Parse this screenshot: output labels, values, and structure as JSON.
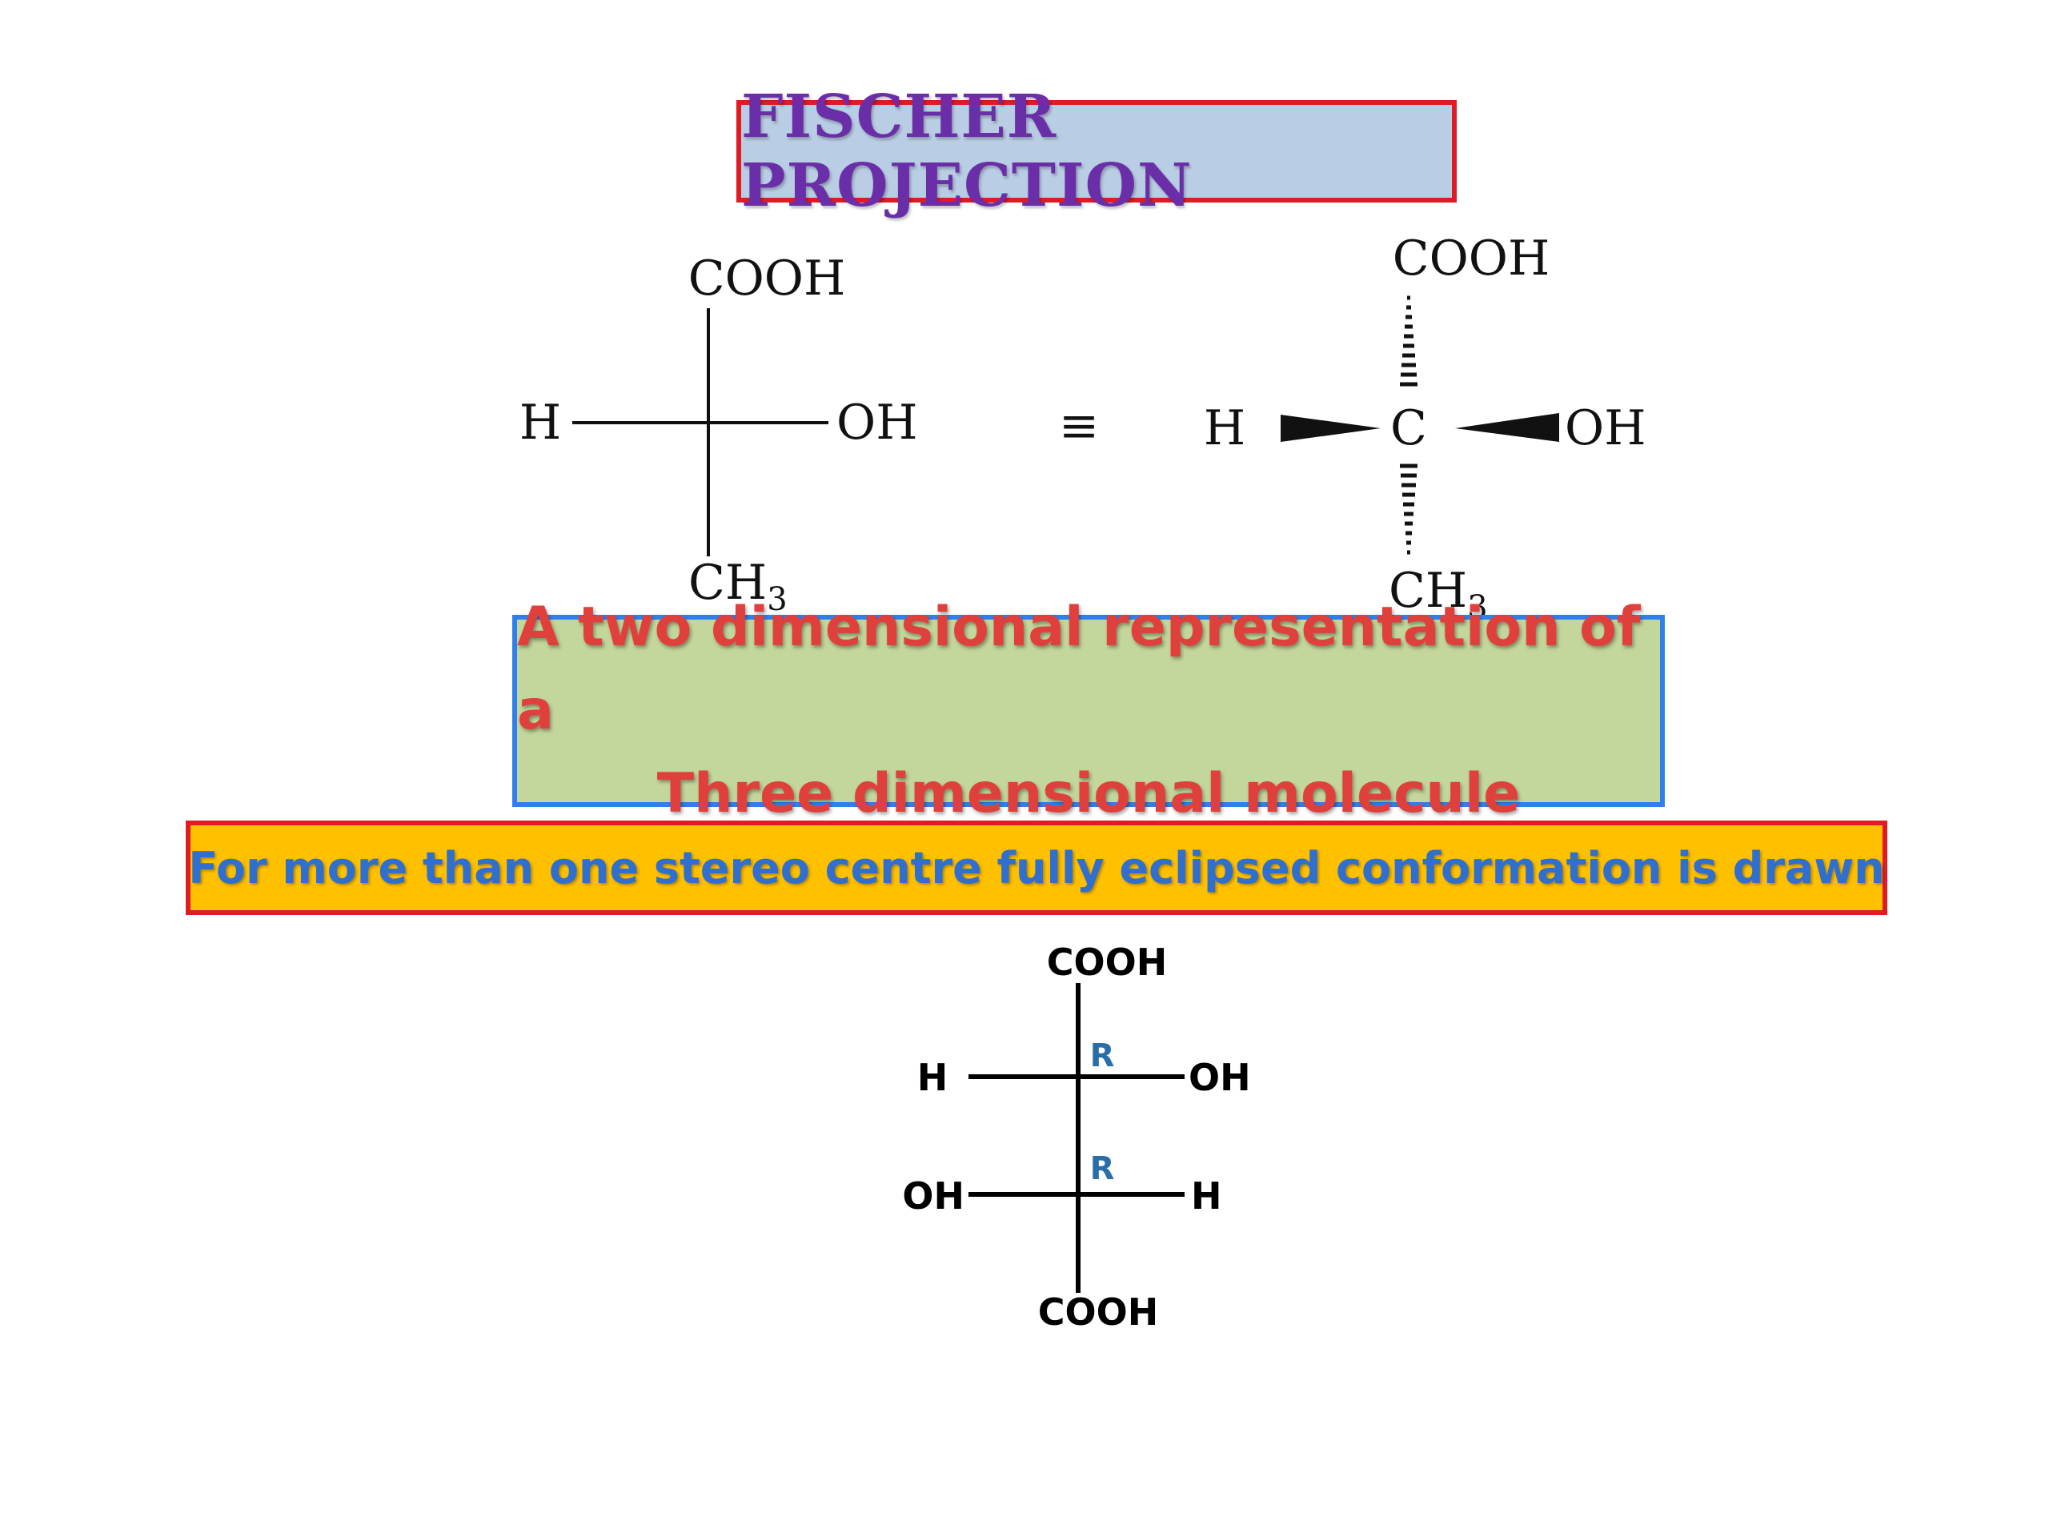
{
  "title": "FISCHER PROJECTION",
  "fischer_projection": {
    "top": "COOH",
    "left": "H",
    "right": "OH",
    "bottom_main": "CH",
    "bottom_sub": "3"
  },
  "equivalent_symbol": "≡",
  "wedge_structure": {
    "top": "COOH",
    "center": "C",
    "left": "H",
    "right": "OH",
    "bottom_main": "CH",
    "bottom_sub": "3"
  },
  "definition": {
    "line1": "A two dimensional representation of a",
    "line2": "Three dimensional molecule"
  },
  "note": "For more than one stereo centre fully eclipsed conformation is drawn",
  "tartaric_acid": {
    "top": "COOH",
    "row1_left": "H",
    "row1_right": "OH",
    "row1_config": "R",
    "row2_left": "OH",
    "row2_right": "H",
    "row2_config": "R",
    "bottom": "COOH"
  }
}
